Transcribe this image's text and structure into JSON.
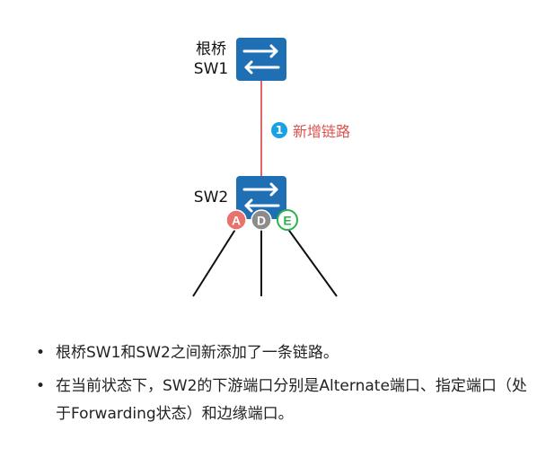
{
  "root_switch": {
    "label_line1": "根桥",
    "label_line2": "SW1"
  },
  "sw2": {
    "label": "SW2"
  },
  "new_link": {
    "step": "1",
    "label": "新增链路"
  },
  "ports": [
    {
      "letter": "A",
      "role": "alternate",
      "color": "#e8736c"
    },
    {
      "letter": "D",
      "role": "designated",
      "color": "#8c8c8c"
    },
    {
      "letter": "E",
      "role": "edge",
      "color": "#2bb24c"
    }
  ],
  "colors": {
    "switch": "#1f6fb5",
    "link": "#e06666",
    "step_badge": "#1ba1e2"
  },
  "bullets": [
    "根桥SW1和SW2之间新添加了一条链路。",
    "在当前状态下，SW2的下游端口分别是Alternate端口、指定端口（处于Forwarding状态）和边缘端口。"
  ]
}
